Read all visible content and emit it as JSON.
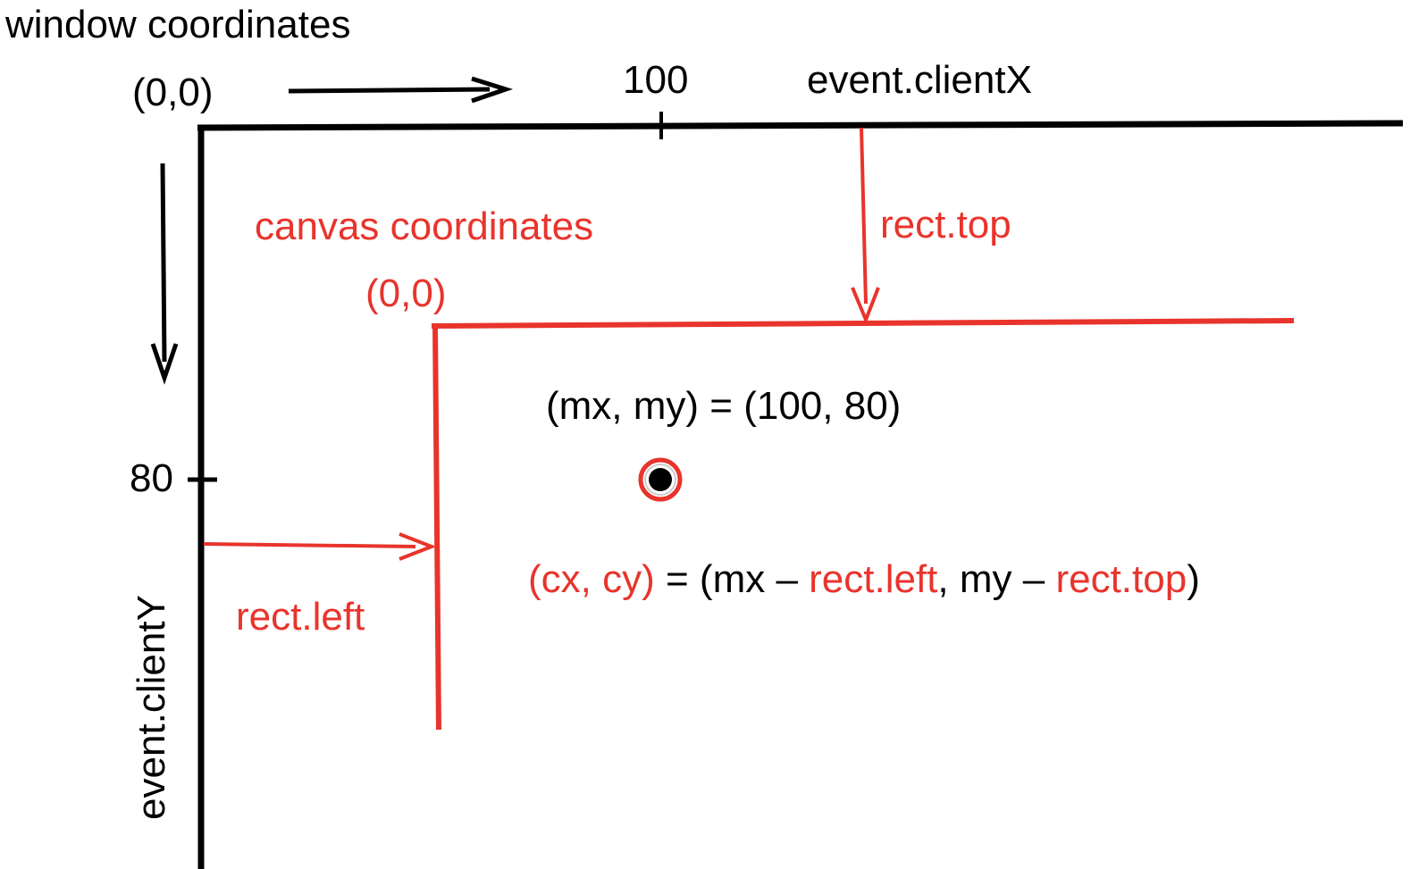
{
  "colors": {
    "window": "#000000",
    "canvas": "#e8342c"
  },
  "window": {
    "title": "window coordinates",
    "origin": "(0,0)",
    "x_tick": "100",
    "x_axis_label": "event.clientX",
    "y_tick": "80",
    "y_axis_label": "event.clientY"
  },
  "canvas": {
    "title": "canvas coordinates",
    "origin": "(0,0)",
    "top_label": "rect.top",
    "left_label": "rect.left"
  },
  "mouse": {
    "label": "(mx, my) = (100, 80)"
  },
  "formula": {
    "lhs": "(cx, cy)",
    "eq": " = (mx – ",
    "left": "rect.left",
    "mid": ", my – ",
    "top": "rect.top",
    "end": ")"
  }
}
